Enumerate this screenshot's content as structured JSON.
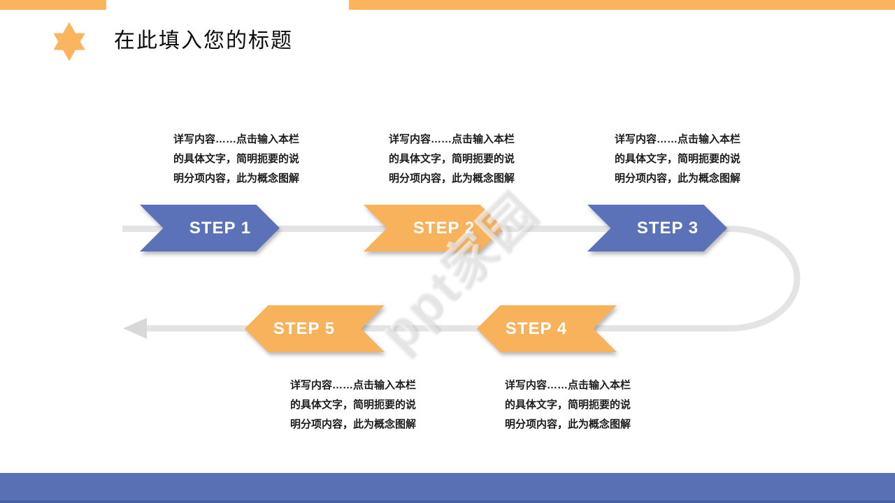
{
  "slide": {
    "title": "在此填入您的标题",
    "watermark": "ppt家园"
  },
  "colors": {
    "accent_orange": "#F9B25C",
    "accent_blue": "#5B72B8",
    "track_gray": "#E4E4E4",
    "bottom_bar_blue": "#5A70B5",
    "step_text": "#FFFFFF",
    "body_text": "#1C1C1C"
  },
  "icons": {
    "star": "six-pointed-star"
  },
  "steps": [
    {
      "label": "STEP 1",
      "direction": "right",
      "color": "#5B72B8",
      "desc": [
        "详写内容……点击输入本栏",
        "的具体文字，简明扼要的说",
        "明分项内容，此为概念图解"
      ]
    },
    {
      "label": "STEP 2",
      "direction": "right",
      "color": "#F9B25C",
      "desc": [
        "详写内容……点击输入本栏",
        "的具体文字，简明扼要的说",
        "明分项内容，此为概念图解"
      ]
    },
    {
      "label": "STEP 3",
      "direction": "right",
      "color": "#5B72B8",
      "desc": [
        "详写内容……点击输入本栏",
        "的具体文字，简明扼要的说",
        "明分项内容，此为概念图解"
      ]
    },
    {
      "label": "STEP 4",
      "direction": "left",
      "color": "#F9B25C",
      "desc": [
        "详写内容……点击输入本栏",
        "的具体文字，简明扼要的说",
        "明分项内容，此为概念图解"
      ]
    },
    {
      "label": "STEP 5",
      "direction": "left",
      "color": "#F9B25C",
      "desc": [
        "详写内容……点击输入本栏",
        "的具体文字，简明扼要的说",
        "明分项内容，此为概念图解"
      ]
    }
  ]
}
